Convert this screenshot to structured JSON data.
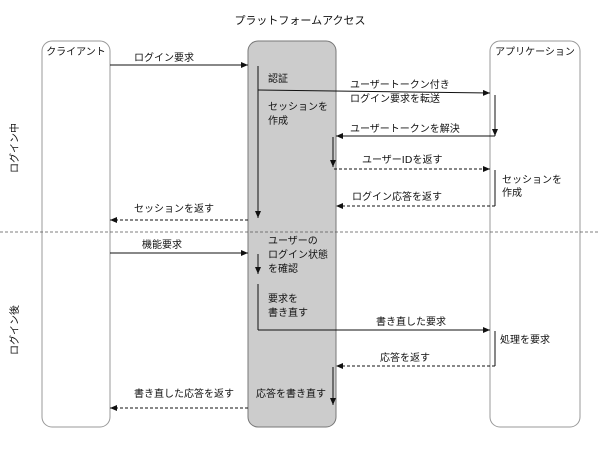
{
  "title": "プラットフォームアクセス",
  "lanes": {
    "client": "クライアント",
    "application": "アプリケーション"
  },
  "phases": {
    "during": "ログイン中",
    "after": "ログイン後"
  },
  "messages": {
    "login_request": "ログイン要求",
    "auth": "認証",
    "create_session_1": "セッションを",
    "create_session_2": "作成",
    "forward_token_1": "ユーザートークン付き",
    "forward_token_2": "ログイン要求を転送",
    "resolve_token": "ユーザートークンを解決",
    "return_userid": "ユーザーIDを返す",
    "app_session_1": "セッションを",
    "app_session_2": "作成",
    "return_login_response": "ログイン応答を返す",
    "return_session": "セッションを返す",
    "feature_request": "機能要求",
    "check_login_1": "ユーザーの",
    "check_login_2": "ログイン状態",
    "check_login_3": "を確認",
    "rewrite_request_1": "要求を",
    "rewrite_request_2": "書き直す",
    "rewritten_request": "書き直した要求",
    "process_request": "処理を要求",
    "return_response": "応答を返す",
    "rewrite_response": "応答を書き直す",
    "return_rewritten_response": "書き直した応答を返す"
  }
}
